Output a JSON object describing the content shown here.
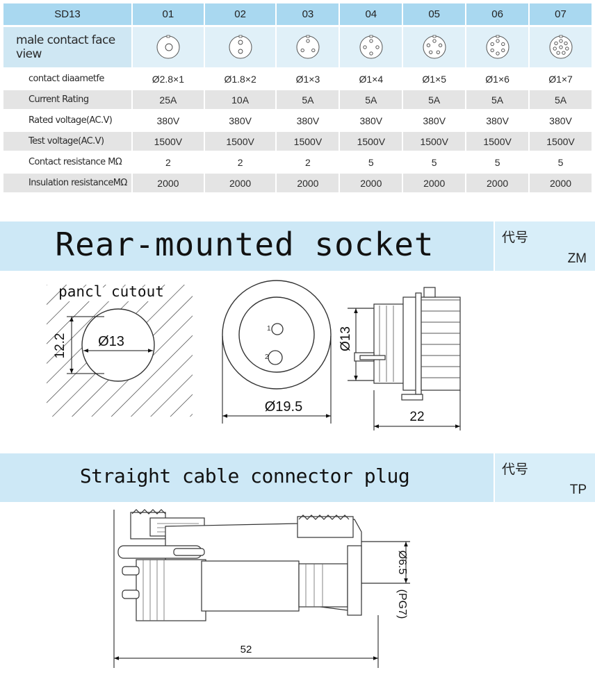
{
  "table": {
    "corner": "SD13",
    "columns": [
      "01",
      "02",
      "03",
      "04",
      "05",
      "06",
      "07"
    ],
    "face_row_label": "male contact face view",
    "face_pins": [
      1,
      2,
      3,
      4,
      5,
      6,
      7
    ],
    "rows": [
      {
        "label": "contact diaametfe",
        "values": [
          "Ø2.8×1",
          "Ø1.8×2",
          "Ø1×3",
          "Ø1×4",
          "Ø1×5",
          "Ø1×6",
          "Ø1×7"
        ]
      },
      {
        "label": "Current Rating",
        "values": [
          "25A",
          "10A",
          "5A",
          "5A",
          "5A",
          "5A",
          "5A"
        ]
      },
      {
        "label": "Rated voltage(AC.V)",
        "values": [
          "380V",
          "380V",
          "380V",
          "380V",
          "380V",
          "380V",
          "380V"
        ]
      },
      {
        "label": "Test voltage(AC.V)",
        "values": [
          "1500V",
          "1500V",
          "1500V",
          "1500V",
          "1500V",
          "1500V",
          "1500V"
        ]
      },
      {
        "label": "Contact resistance MΩ",
        "values": [
          "2",
          "2",
          "2",
          "5",
          "5",
          "5",
          "5"
        ]
      },
      {
        "label": "Insulation resistanceMΩ",
        "values": [
          "2000",
          "2000",
          "2000",
          "2000",
          "2000",
          "2000",
          "2000"
        ]
      }
    ]
  },
  "socket": {
    "title": "Rear-mounted socket",
    "code_label": "代号",
    "code_value": "ZM",
    "cutout_label": "pancl cutout",
    "cutout_diameter": "Ø13",
    "cutout_height": "12.2",
    "face_diameter": "Ø19.5",
    "pin1": "1",
    "pin2": "2",
    "side_diameter": "Ø13",
    "side_length": "22"
  },
  "plug": {
    "title": "Straight cable connector plug",
    "code_label": "代号",
    "code_value": "TP",
    "cable_diameter": "Ø6.5",
    "gland": "(PG7)",
    "length": "52"
  }
}
